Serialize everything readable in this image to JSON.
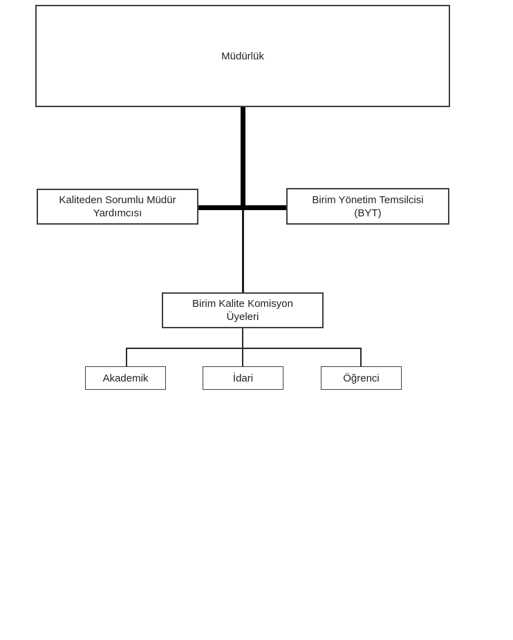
{
  "diagram": {
    "type": "org-chart",
    "nodes": {
      "mudurluk": {
        "label": "Müdürlük"
      },
      "kaliteden": {
        "label": "Kaliteden Sorumlu Müdür\nYardımcısı"
      },
      "byt": {
        "label": "Birim Yönetim Temsilcisi\n(BYT)"
      },
      "komisyon": {
        "label": "Birim Kalite Komisyon\nÜyeleri"
      },
      "akademik": {
        "label": "Akademik"
      },
      "idari": {
        "label": "İdari"
      },
      "ogrenci": {
        "label": "Öğrenci"
      }
    },
    "edges": [
      {
        "from": "mudurluk",
        "to": "kaliteden",
        "style": "thick"
      },
      {
        "from": "mudurluk",
        "to": "byt",
        "style": "thick"
      },
      {
        "from": "mudurluk",
        "to": "komisyon",
        "style": "thin"
      },
      {
        "from": "komisyon",
        "to": "akademik",
        "style": "thin"
      },
      {
        "from": "komisyon",
        "to": "idari",
        "style": "thin"
      },
      {
        "from": "komisyon",
        "to": "ogrenci",
        "style": "thin"
      }
    ],
    "colors": {
      "background": "#ffffff",
      "box_border": "#3f3f3f",
      "text": "#1f1f1f",
      "thick_line": "#000000",
      "thin_line": "#2a2a2a"
    }
  }
}
